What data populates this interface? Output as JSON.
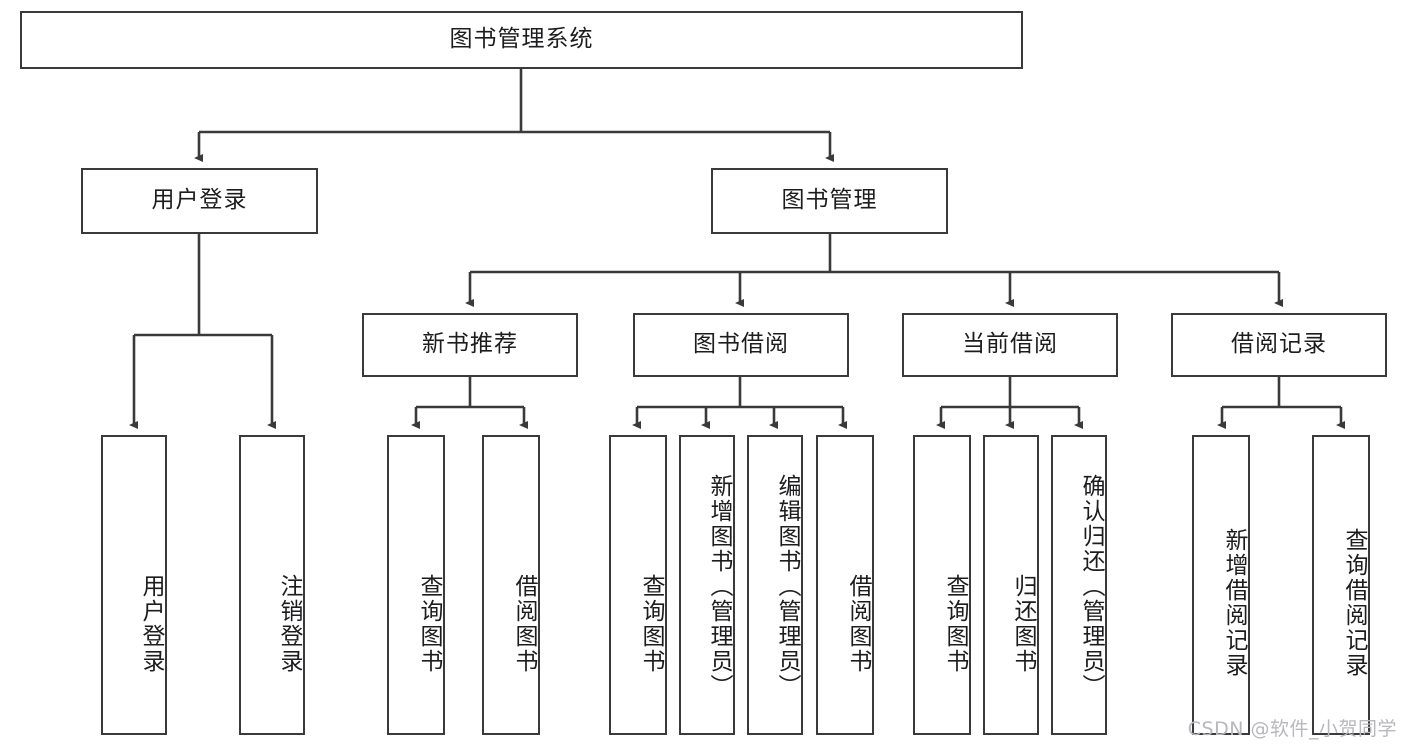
{
  "diagram": {
    "title": "图书管理系统",
    "root": {
      "label": "图书管理系统"
    },
    "level2": [
      {
        "label": "用户登录"
      },
      {
        "label": "图书管理"
      }
    ],
    "level3": [
      {
        "label": "新书推荐"
      },
      {
        "label": "图书借阅"
      },
      {
        "label": "当前借阅"
      },
      {
        "label": "借阅记录"
      }
    ],
    "leaves": {
      "user_login": [
        {
          "label": "用户登录"
        },
        {
          "label": "注销登录"
        }
      ],
      "new_book_recommend": [
        {
          "label": "查询图书"
        },
        {
          "label": "借阅图书"
        }
      ],
      "book_borrow": [
        {
          "label": "查询图书"
        },
        {
          "label": "新增图书（管理员）"
        },
        {
          "label": "编辑图书（管理员）"
        },
        {
          "label": "借阅图书"
        }
      ],
      "current_borrow": [
        {
          "label": "查询图书"
        },
        {
          "label": "归还图书"
        },
        {
          "label": "确认归还（管理员）"
        }
      ],
      "borrow_record": [
        {
          "label": "新增借阅记录"
        },
        {
          "label": "查询借阅记录"
        }
      ]
    },
    "watermark": "CSDN @软件_小贺同学",
    "colors": {
      "border": "#3a3a3c",
      "text": "#1d1d1f",
      "background": "#ffffff",
      "watermark": "#b8b8bc"
    }
  }
}
